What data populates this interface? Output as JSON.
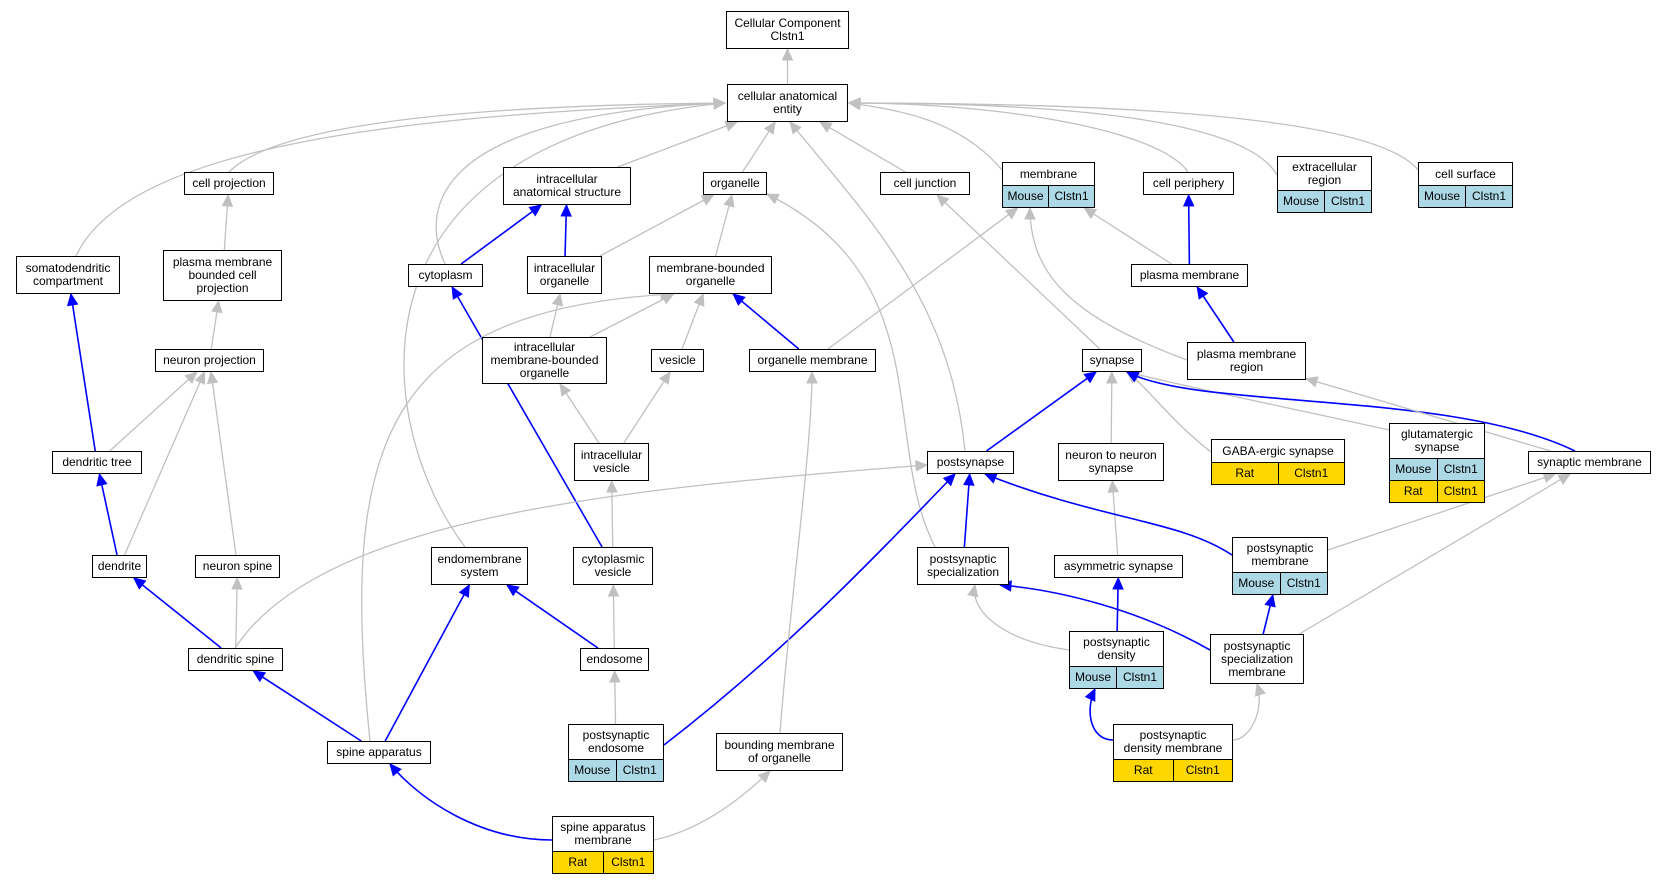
{
  "colors": {
    "is_a": "#c0c0c0",
    "part_of": "#0000ff",
    "Mouse": "#add8e6",
    "Rat": "#ffd700"
  },
  "nodes": [
    {
      "id": "root",
      "label": "Cellular Component\nClstn1"
    },
    {
      "id": "cae",
      "label": "cellular anatomical\nentity"
    },
    {
      "id": "cellproj",
      "label": "cell projection"
    },
    {
      "id": "ias",
      "label": "intracellular\nanatomical structure"
    },
    {
      "id": "organelle",
      "label": "organelle"
    },
    {
      "id": "celljunction",
      "label": "cell junction"
    },
    {
      "id": "membrane",
      "label": "membrane",
      "anno": [
        {
          "species": "Mouse",
          "gene": "Clstn1"
        }
      ]
    },
    {
      "id": "cellperiph",
      "label": "cell periphery"
    },
    {
      "id": "extracell",
      "label": "extracellular\nregion",
      "anno": [
        {
          "species": "Mouse",
          "gene": "Clstn1"
        }
      ]
    },
    {
      "id": "cellsurface",
      "label": "cell surface",
      "anno": [
        {
          "species": "Mouse",
          "gene": "Clstn1"
        }
      ]
    },
    {
      "id": "somato",
      "label": "somatodendritic\ncompartment"
    },
    {
      "id": "pmbcp",
      "label": "plasma membrane\nbounded cell\nprojection"
    },
    {
      "id": "cytoplasm",
      "label": "cytoplasm"
    },
    {
      "id": "intraorg",
      "label": "intracellular\norganelle"
    },
    {
      "id": "mbo",
      "label": "membrane-bounded\norganelle"
    },
    {
      "id": "pm",
      "label": "plasma membrane"
    },
    {
      "id": "neuronproj",
      "label": "neuron projection"
    },
    {
      "id": "imbo",
      "label": "intracellular\nmembrane-bounded\norganelle"
    },
    {
      "id": "vesicle",
      "label": "vesicle"
    },
    {
      "id": "orgmem",
      "label": "organelle membrane"
    },
    {
      "id": "synapse",
      "label": "synapse"
    },
    {
      "id": "pmr",
      "label": "plasma membrane\nregion"
    },
    {
      "id": "dentree",
      "label": "dendritic tree"
    },
    {
      "id": "intravesicle",
      "label": "intracellular\nvesicle"
    },
    {
      "id": "postsynapse",
      "label": "postsynapse"
    },
    {
      "id": "n2n",
      "label": "neuron to neuron\nsynapse"
    },
    {
      "id": "gaba",
      "label": "GABA-ergic synapse",
      "anno": [
        {
          "species": "Rat",
          "gene": "Clstn1"
        }
      ]
    },
    {
      "id": "glut",
      "label": "glutamatergic\nsynapse",
      "anno": [
        {
          "species": "Mouse",
          "gene": "Clstn1"
        },
        {
          "species": "Rat",
          "gene": "Clstn1"
        }
      ]
    },
    {
      "id": "synmem",
      "label": "synaptic membrane"
    },
    {
      "id": "dendrite",
      "label": "dendrite"
    },
    {
      "id": "neuronspine",
      "label": "neuron spine"
    },
    {
      "id": "endomem",
      "label": "endomembrane\nsystem"
    },
    {
      "id": "cytovesicle",
      "label": "cytoplasmic\nvesicle"
    },
    {
      "id": "postspec",
      "label": "postsynaptic\nspecialization"
    },
    {
      "id": "asym",
      "label": "asymmetric synapse"
    },
    {
      "id": "postmem",
      "label": "postsynaptic\nmembrane",
      "anno": [
        {
          "species": "Mouse",
          "gene": "Clstn1"
        }
      ]
    },
    {
      "id": "denspine",
      "label": "dendritic spine"
    },
    {
      "id": "endosome",
      "label": "endosome"
    },
    {
      "id": "psd",
      "label": "postsynaptic\ndensity",
      "anno": [
        {
          "species": "Mouse",
          "gene": "Clstn1"
        }
      ]
    },
    {
      "id": "psmem",
      "label": "postsynaptic\nspecialization\nmembrane"
    },
    {
      "id": "spineapp",
      "label": "spine apparatus"
    },
    {
      "id": "postendo",
      "label": "postsynaptic\nendosome",
      "anno": [
        {
          "species": "Mouse",
          "gene": "Clstn1"
        }
      ]
    },
    {
      "id": "bmo",
      "label": "bounding membrane\nof organelle"
    },
    {
      "id": "psdmem",
      "label": "postsynaptic\ndensity membrane",
      "anno": [
        {
          "species": "Rat",
          "gene": "Clstn1"
        }
      ]
    },
    {
      "id": "sam",
      "label": "spine apparatus\nmembrane",
      "anno": [
        {
          "species": "Rat",
          "gene": "Clstn1"
        }
      ]
    }
  ],
  "edges": [
    {
      "from": "cae",
      "to": "root",
      "type": "is_a"
    },
    {
      "from": "cellproj",
      "to": "cae",
      "type": "is_a"
    },
    {
      "from": "ias",
      "to": "cae",
      "type": "is_a"
    },
    {
      "from": "organelle",
      "to": "cae",
      "type": "is_a"
    },
    {
      "from": "celljunction",
      "to": "cae",
      "type": "is_a"
    },
    {
      "from": "membrane",
      "to": "cae",
      "type": "is_a"
    },
    {
      "from": "cellperiph",
      "to": "cae",
      "type": "is_a"
    },
    {
      "from": "extracell",
      "to": "cae",
      "type": "is_a"
    },
    {
      "from": "cellsurface",
      "to": "cae",
      "type": "is_a"
    },
    {
      "from": "somato",
      "to": "cae",
      "type": "is_a"
    },
    {
      "from": "cytoplasm",
      "to": "cae",
      "type": "is_a"
    },
    {
      "from": "endomem",
      "to": "cae",
      "type": "is_a"
    },
    {
      "from": "postsynapse",
      "to": "cae",
      "type": "is_a"
    },
    {
      "from": "pmbcp",
      "to": "cellproj",
      "type": "is_a"
    },
    {
      "from": "cytoplasm",
      "to": "ias",
      "type": "part_of"
    },
    {
      "from": "intraorg",
      "to": "ias",
      "type": "part_of"
    },
    {
      "from": "intraorg",
      "to": "organelle",
      "type": "is_a"
    },
    {
      "from": "mbo",
      "to": "organelle",
      "type": "is_a"
    },
    {
      "from": "pm",
      "to": "cellperiph",
      "type": "part_of"
    },
    {
      "from": "pm",
      "to": "membrane",
      "type": "is_a"
    },
    {
      "from": "neuronproj",
      "to": "pmbcp",
      "type": "is_a"
    },
    {
      "from": "imbo",
      "to": "intraorg",
      "type": "is_a"
    },
    {
      "from": "imbo",
      "to": "mbo",
      "type": "is_a"
    },
    {
      "from": "vesicle",
      "to": "mbo",
      "type": "is_a"
    },
    {
      "from": "orgmem",
      "to": "mbo",
      "type": "part_of"
    },
    {
      "from": "orgmem",
      "to": "membrane",
      "type": "is_a"
    },
    {
      "from": "synapse",
      "to": "celljunction",
      "type": "is_a"
    },
    {
      "from": "pmr",
      "to": "pm",
      "type": "part_of"
    },
    {
      "from": "pmr",
      "to": "membrane",
      "type": "is_a"
    },
    {
      "from": "dentree",
      "to": "somato",
      "type": "part_of"
    },
    {
      "from": "dentree",
      "to": "neuronproj",
      "type": "is_a"
    },
    {
      "from": "intravesicle",
      "to": "imbo",
      "type": "is_a"
    },
    {
      "from": "intravesicle",
      "to": "vesicle",
      "type": "is_a"
    },
    {
      "from": "postsynapse",
      "to": "synapse",
      "type": "part_of"
    },
    {
      "from": "n2n",
      "to": "synapse",
      "type": "is_a"
    },
    {
      "from": "gaba",
      "to": "synapse",
      "type": "is_a"
    },
    {
      "from": "glut",
      "to": "synapse",
      "type": "is_a"
    },
    {
      "from": "synmem",
      "to": "synapse",
      "type": "part_of"
    },
    {
      "from": "synmem",
      "to": "pmr",
      "type": "is_a"
    },
    {
      "from": "dendrite",
      "to": "dentree",
      "type": "part_of"
    },
    {
      "from": "dendrite",
      "to": "neuronproj",
      "type": "is_a"
    },
    {
      "from": "neuronspine",
      "to": "neuronproj",
      "type": "is_a"
    },
    {
      "from": "cytovesicle",
      "to": "cytoplasm",
      "type": "part_of"
    },
    {
      "from": "cytovesicle",
      "to": "intravesicle",
      "type": "is_a"
    },
    {
      "from": "postspec",
      "to": "postsynapse",
      "type": "part_of"
    },
    {
      "from": "postspec",
      "to": "organelle",
      "type": "is_a"
    },
    {
      "from": "asym",
      "to": "n2n",
      "type": "is_a"
    },
    {
      "from": "postmem",
      "to": "postsynapse",
      "type": "part_of"
    },
    {
      "from": "postmem",
      "to": "synmem",
      "type": "is_a"
    },
    {
      "from": "denspine",
      "to": "dendrite",
      "type": "part_of"
    },
    {
      "from": "denspine",
      "to": "neuronspine",
      "type": "is_a"
    },
    {
      "from": "denspine",
      "to": "postsynapse",
      "type": "is_a"
    },
    {
      "from": "endosome",
      "to": "endomem",
      "type": "part_of"
    },
    {
      "from": "endosome",
      "to": "cytovesicle",
      "type": "is_a"
    },
    {
      "from": "psd",
      "to": "postspec",
      "type": "is_a"
    },
    {
      "from": "psd",
      "to": "asym",
      "type": "part_of"
    },
    {
      "from": "psmem",
      "to": "postspec",
      "type": "part_of"
    },
    {
      "from": "psmem",
      "to": "postmem",
      "type": "part_of"
    },
    {
      "from": "psmem",
      "to": "synmem",
      "type": "is_a"
    },
    {
      "from": "spineapp",
      "to": "denspine",
      "type": "part_of"
    },
    {
      "from": "spineapp",
      "to": "endomem",
      "type": "part_of"
    },
    {
      "from": "spineapp",
      "to": "mbo",
      "type": "is_a"
    },
    {
      "from": "postendo",
      "to": "endosome",
      "type": "is_a"
    },
    {
      "from": "postendo",
      "to": "postsynapse",
      "type": "part_of"
    },
    {
      "from": "bmo",
      "to": "orgmem",
      "type": "is_a"
    },
    {
      "from": "psdmem",
      "to": "psd",
      "type": "part_of"
    },
    {
      "from": "psdmem",
      "to": "psmem",
      "type": "is_a"
    },
    {
      "from": "sam",
      "to": "spineapp",
      "type": "part_of"
    },
    {
      "from": "sam",
      "to": "bmo",
      "type": "is_a"
    }
  ]
}
